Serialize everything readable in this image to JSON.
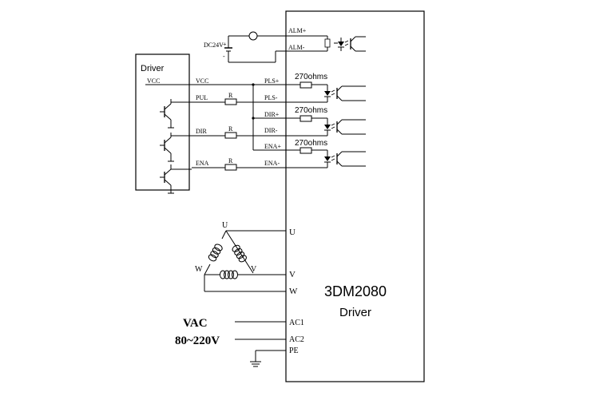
{
  "power_in": {
    "label": "DC24V",
    "plus": "+",
    "minus": "-"
  },
  "controller": {
    "title": "Driver",
    "vcc": "VCC"
  },
  "signals": {
    "vcc": "VCC",
    "pul": "PUL",
    "dir": "DIR",
    "ena": "ENA",
    "resistor": "R"
  },
  "terminals": {
    "alm_plus": "ALM+",
    "alm_minus": "ALM-",
    "pls_plus": "PLS+",
    "pls_minus": "PLS-",
    "dir_plus": "DIR+",
    "dir_minus": "DIR-",
    "ena_plus": "ENA+",
    "ena_minus": "ENA-",
    "u": "U",
    "v": "V",
    "w": "W",
    "ac1": "AC1",
    "ac2": "AC2",
    "pe": "PE"
  },
  "resistor_value": "270ohms",
  "motor": {
    "u": "U",
    "v": "V",
    "w": "W"
  },
  "ac_supply": {
    "line1": "VAC",
    "line2": "80~220V"
  },
  "driver_box": {
    "model": "3DM2080",
    "name": "Driver"
  }
}
